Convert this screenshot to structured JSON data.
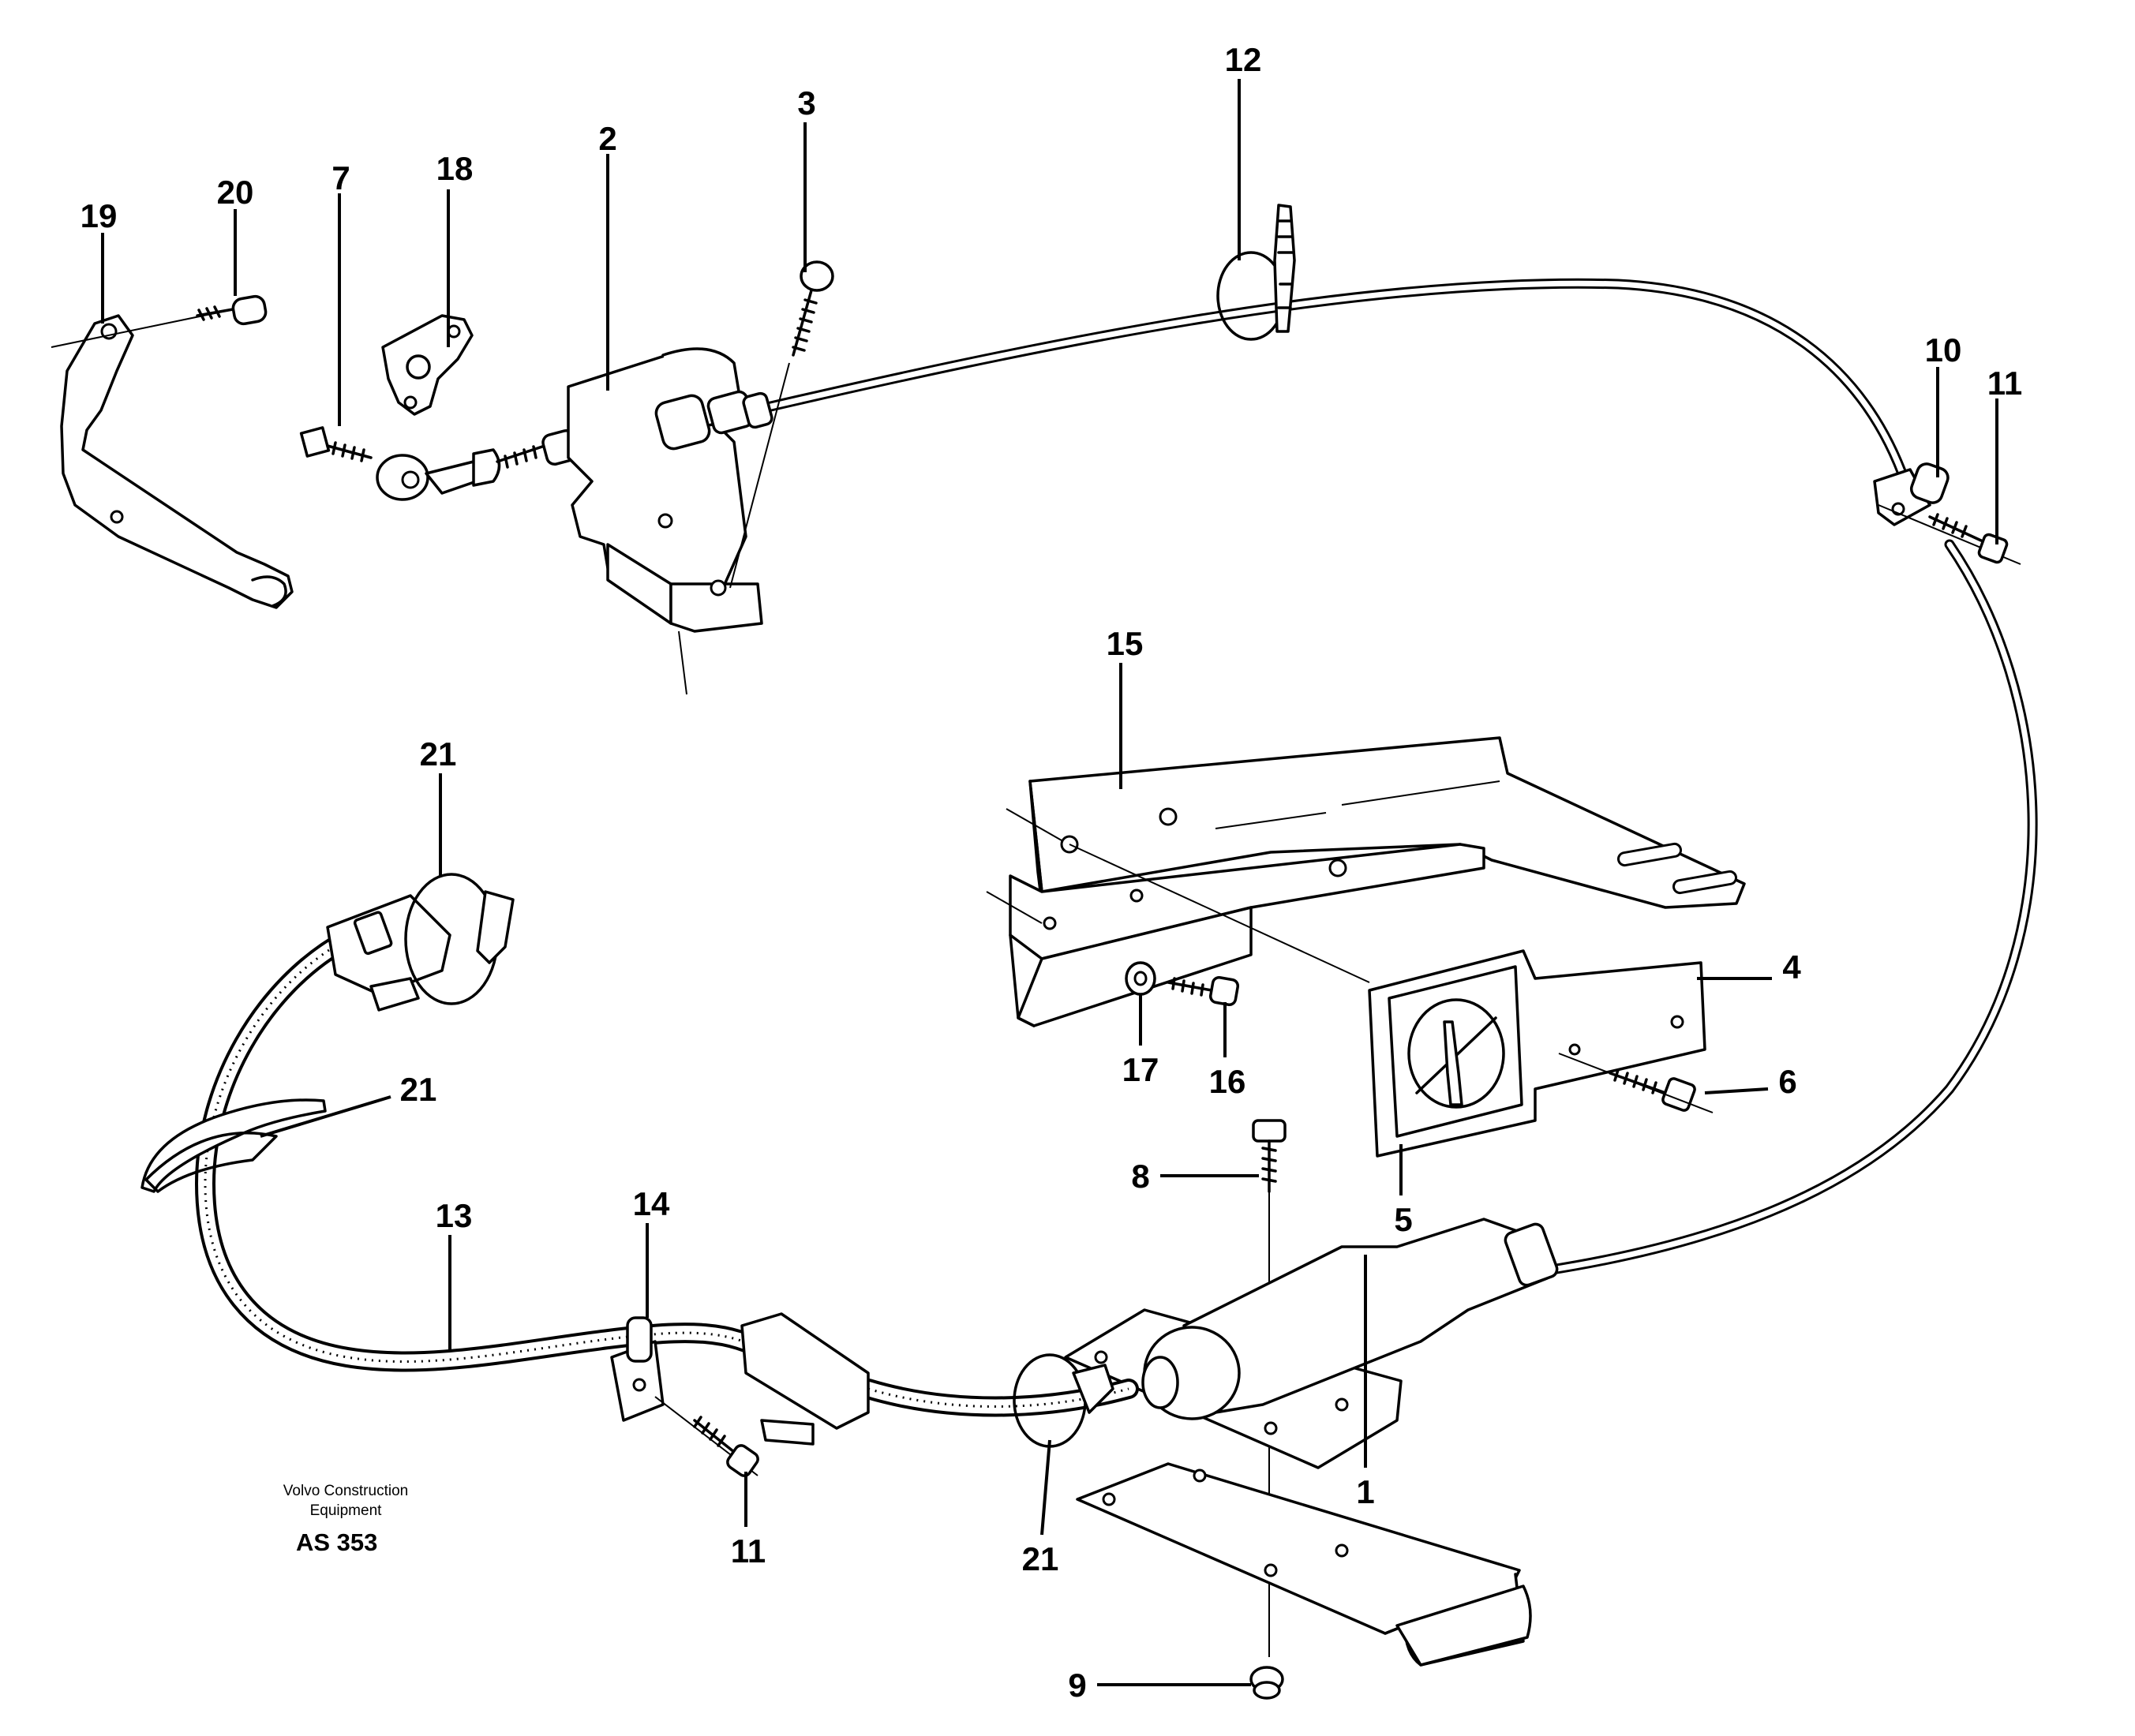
{
  "drawing": {
    "callouts": [
      "1",
      "2",
      "3",
      "4",
      "5",
      "6",
      "7",
      "8",
      "9",
      "10",
      "11",
      "11",
      "12",
      "13",
      "14",
      "15",
      "16",
      "17",
      "18",
      "19",
      "20",
      "21",
      "21",
      "21"
    ],
    "stamp": {
      "company_line1": "Volvo Construction",
      "company_line2": "Equipment",
      "code": "AS 353"
    }
  }
}
